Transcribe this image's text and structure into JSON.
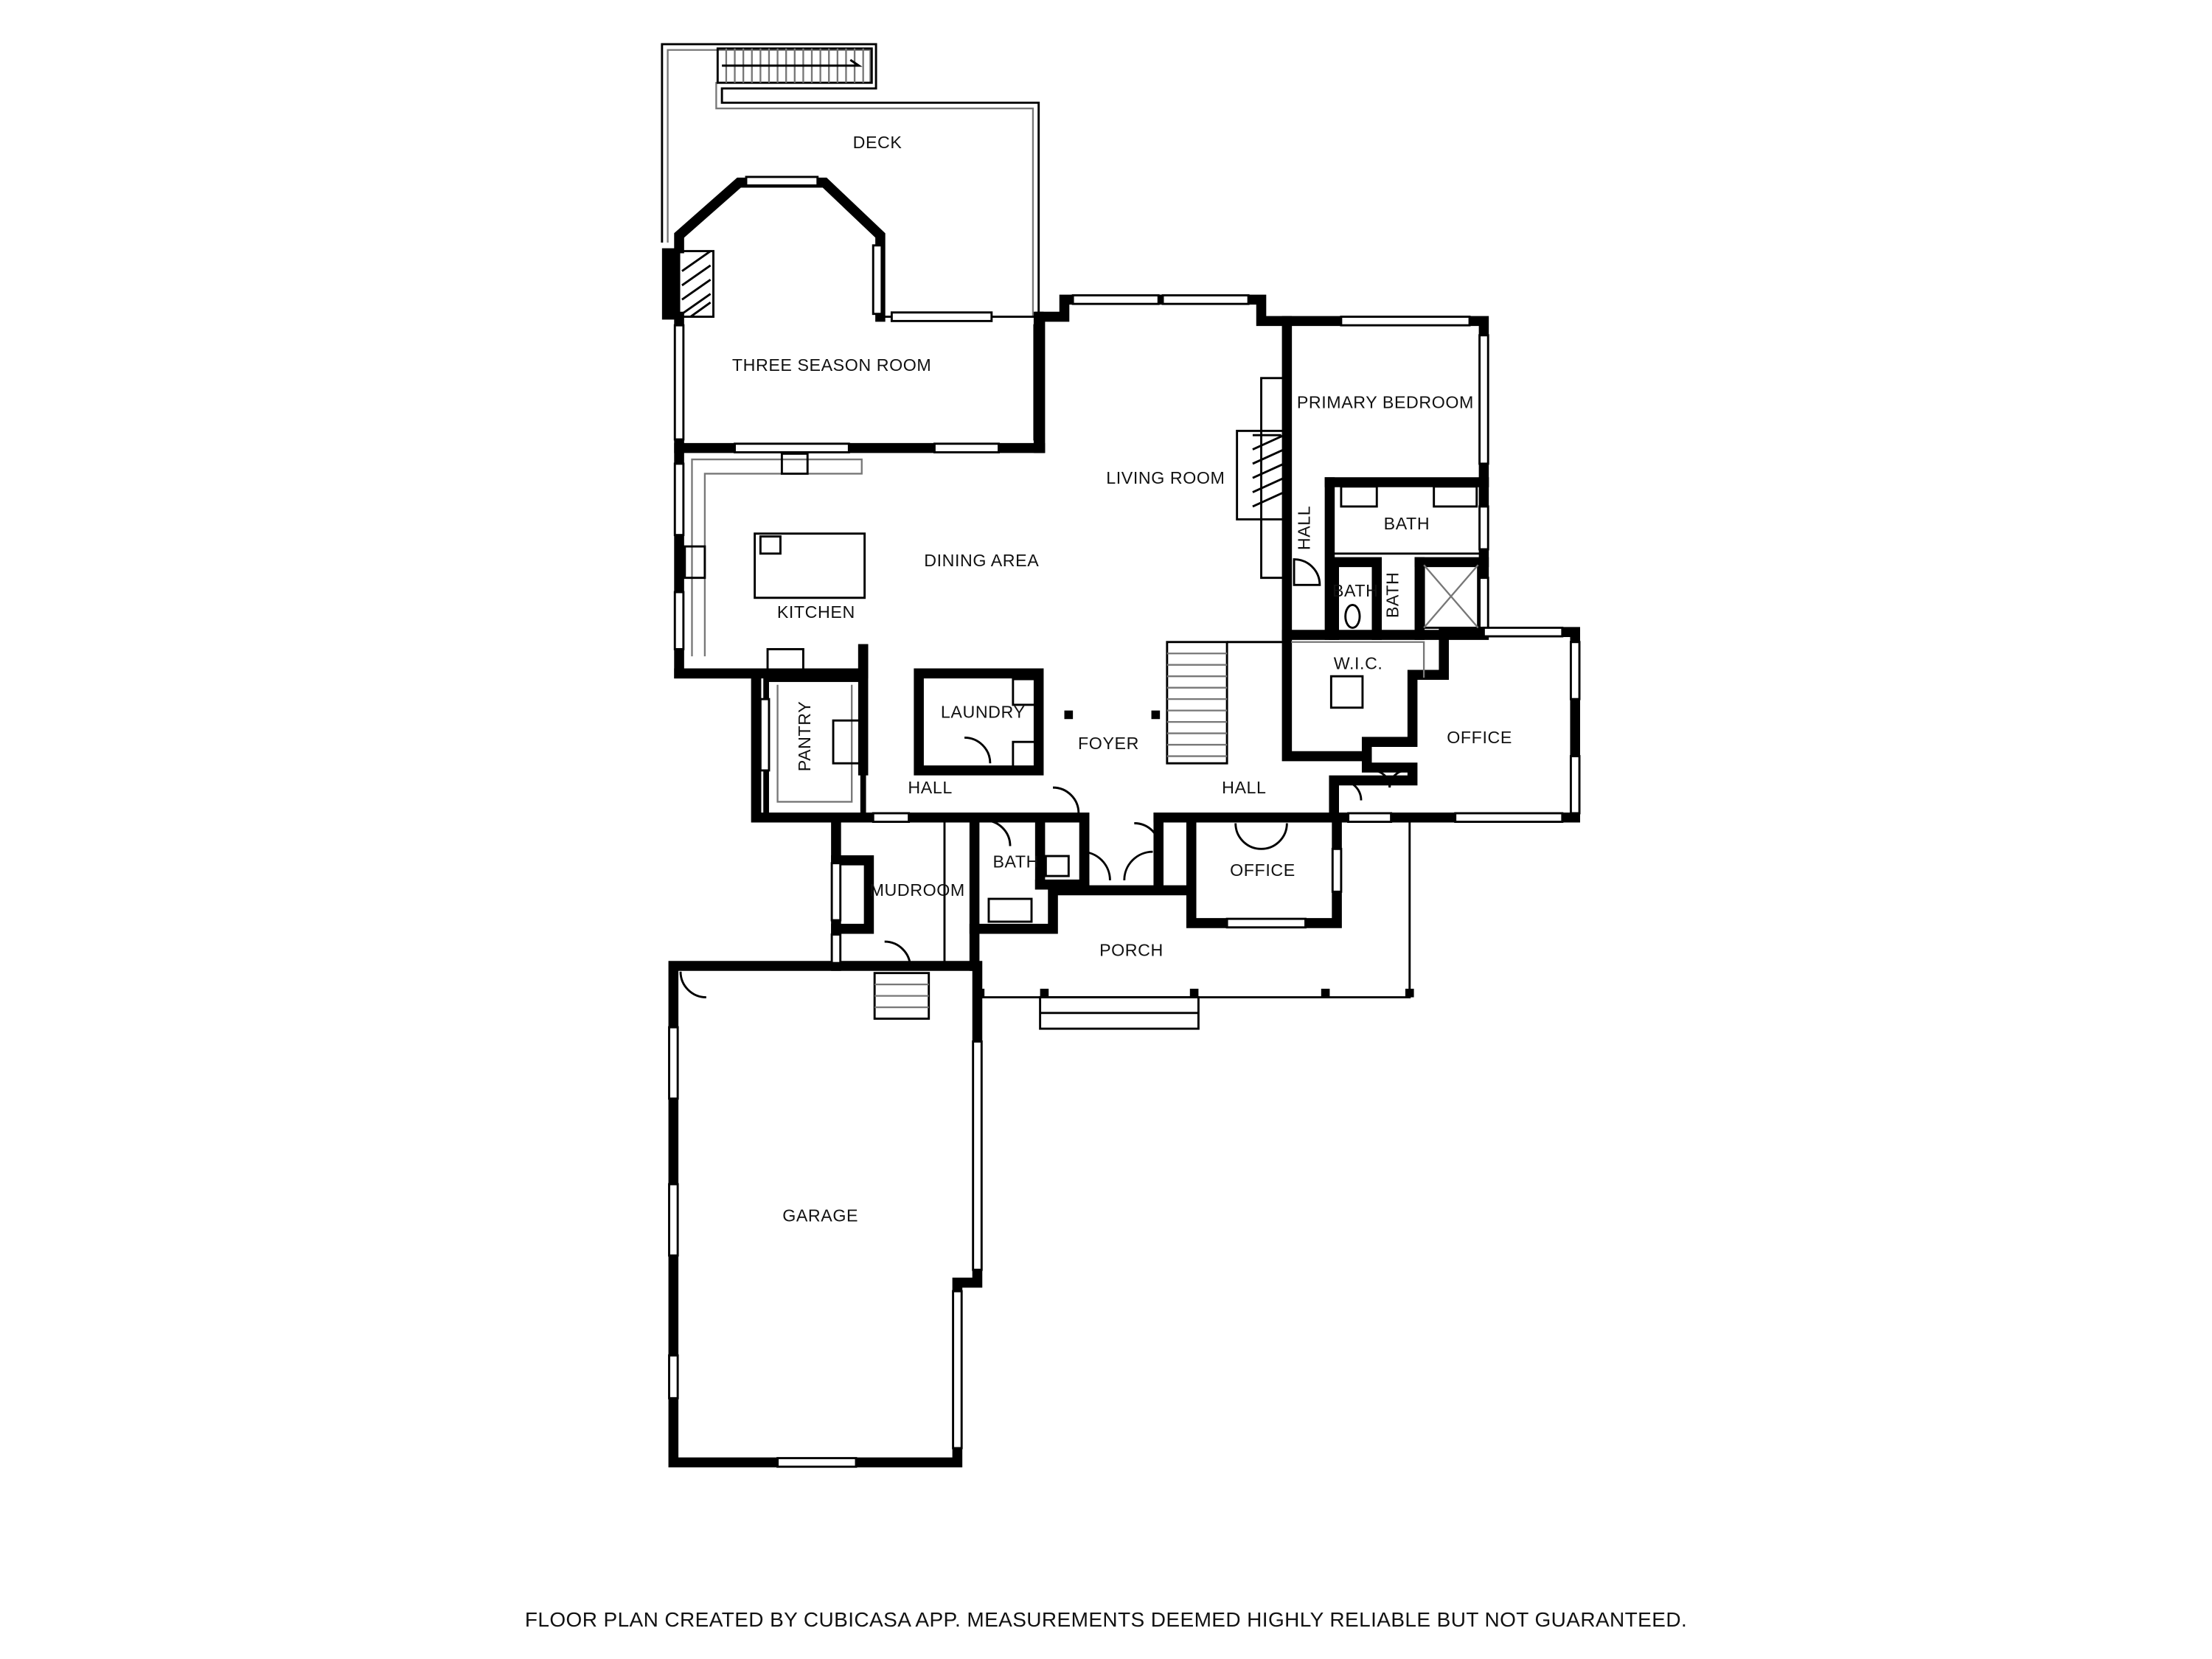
{
  "rooms": {
    "deck": "DECK",
    "three_season_room": "THREE SEASON ROOM",
    "living_room": "LIVING ROOM",
    "primary_bedroom": "PRIMARY BEDROOM",
    "dining_area": "DINING AREA",
    "kitchen": "KITCHEN",
    "hall_primary": "HALL",
    "bath_primary": "BATH",
    "bath_small": "BATH",
    "bath_shower": "BATH",
    "wic": "W.I.C.",
    "office_east": "OFFICE",
    "pantry": "PANTRY",
    "laundry": "LAUNDRY",
    "foyer": "FOYER",
    "hall_west": "HALL",
    "hall_east": "HALL",
    "bath_entry": "BATH",
    "mudroom": "MUDROOM",
    "office_front": "OFFICE",
    "porch": "PORCH",
    "garage": "GARAGE"
  },
  "footer": {
    "note": "FLOOR PLAN CREATED BY CUBICASA APP. MEASUREMENTS DEEMED HIGHLY RELIABLE BUT NOT GUARANTEED."
  }
}
